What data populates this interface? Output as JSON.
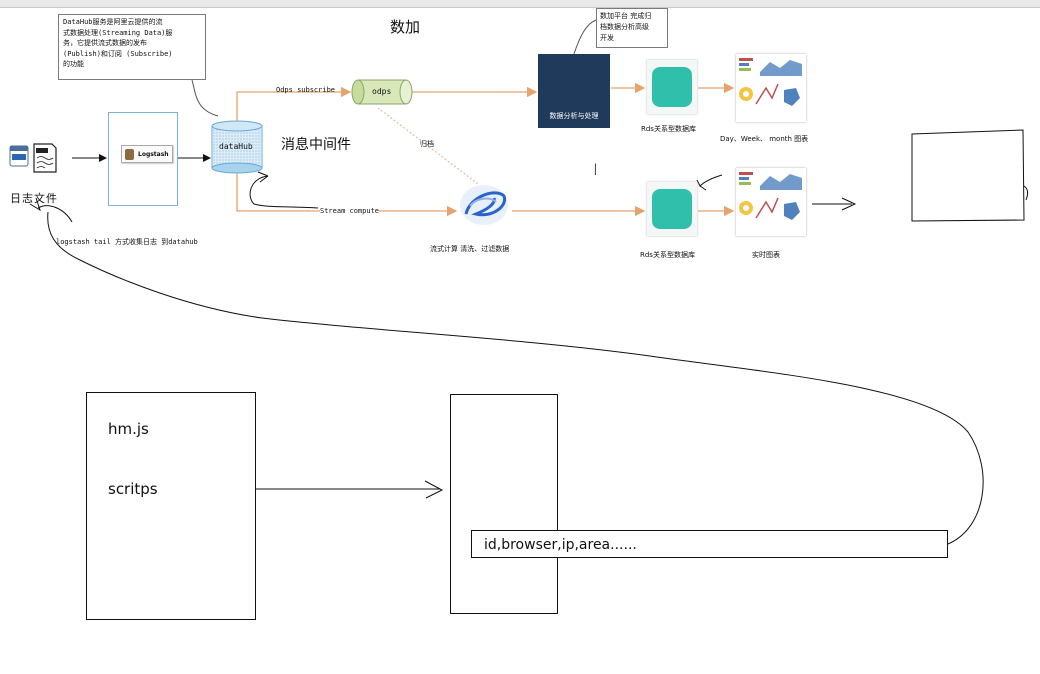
{
  "diagram": {
    "title": "数加",
    "note_top_left": "DataHub服务是阿里云提供的流\n式数据处理(Streaming Data)服\n务，它提供流式数据的发布\n(Publish)和订阅 (Subscribe)\n的功能",
    "note_top_right": "数加平台 完成归\n档数据分析高级\n开发",
    "logstash_label": "Logstash",
    "datahub_label": "dataHub",
    "message_middleware": "消息中间件",
    "odps_subscribe": "Odps subscribe",
    "odps_label": "odps",
    "archive_label": "归档",
    "stream_compute": "Stream compute",
    "data_analysis": "数据分析与处理",
    "rds_top": "Rds关系型数据库",
    "report_top": "Day、Week、 month 图表",
    "rds_bottom": "Rds关系型数据库",
    "report_bottom": "实时图表",
    "stream_compute_desc": "流式计算 清洗、过滤数据",
    "log_file": "日志文件",
    "logstash_tail": "logstash tail 方式收集日志 到datahub",
    "cursor_glyph": "I"
  },
  "sketch": {
    "left_box_line1": "hm.js",
    "left_box_line2": "scritps",
    "field_list": "id,browser,ip,area......"
  },
  "colors": {
    "arrow_orange": "#e5a46c",
    "navy_box": "#1f3a5a",
    "teal_db": "#2fbfaa",
    "cylinder_blue": "#a8d3ee",
    "cylinder_green": "#d8e8b8"
  }
}
